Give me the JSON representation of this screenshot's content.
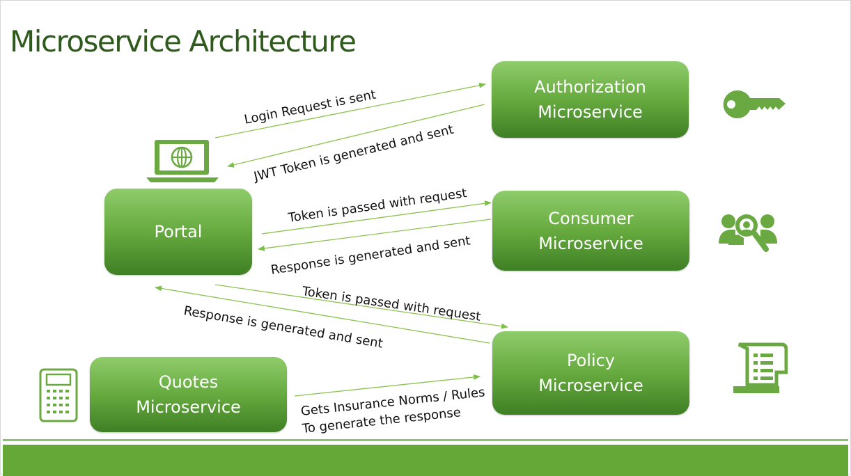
{
  "title": "Microservice Architecture",
  "boxes": {
    "authorization": {
      "line1": "Authorization",
      "line2": "Microservice"
    },
    "consumer": {
      "line1": "Consumer",
      "line2": "Microservice"
    },
    "policy": {
      "line1": "Policy",
      "line2": "Microservice"
    },
    "portal": {
      "line1": "Portal"
    },
    "quotes": {
      "line1": "Quotes",
      "line2": "Microservice"
    }
  },
  "labels": {
    "login_request": "Login Request is sent",
    "jwt_token": "JWT Token is generated and sent",
    "token_consumer": "Token is passed with request",
    "response_consumer": "Response is generated and sent",
    "token_policy": "Token is passed with request",
    "response_policy": "Response is generated and sent",
    "quotes_line1": "Gets Insurance Norms / Rules",
    "quotes_line2": "To generate the response"
  },
  "icons": [
    "laptop-globe-icon",
    "key-icon",
    "users-search-icon",
    "document-scroll-icon",
    "calculator-icon"
  ],
  "colors": {
    "accent": "#6aa842",
    "title": "#2e5a1c",
    "box_top": "#8fcc6b",
    "box_bottom": "#3f7f25",
    "band": "#66a838"
  }
}
